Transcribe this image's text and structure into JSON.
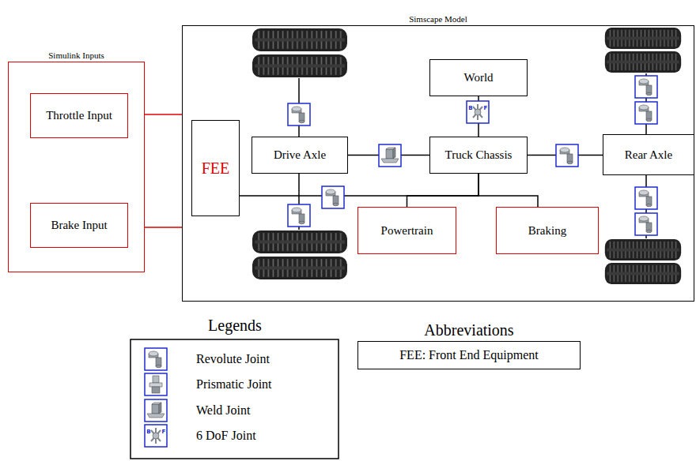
{
  "diagram": {
    "nodes": [
      {
        "text": [
          "Simulink Inputs"
        ]
      },
      {
        "text": [
          "Throttle Input"
        ],
        "in": 0
      },
      {
        "text": [
          "Brake Input"
        ],
        "in": 0
      },
      {
        "text": [
          "Simscape Model"
        ]
      },
      {
        "text": [
          "FEE"
        ],
        "in": 3
      },
      {
        "text": [
          "Drive Axle"
        ],
        "in": 3
      },
      {
        "text": [
          "World"
        ],
        "in": 3
      },
      {
        "text": [
          "Truck Chassis"
        ],
        "in": 3
      },
      {
        "text": [
          "Rear Axle"
        ],
        "in": 3
      },
      {
        "text": [
          "Powertrain"
        ],
        "in": 3
      },
      {
        "text": [
          "Braking"
        ],
        "in": 3
      },
      {
        "text": [
          "Abbreviations",
          "FEE: Front End Equipment"
        ]
      }
    ],
    "edges": [
      {
        "from": 0,
        "to": 3,
        "arrow": "none"
      },
      {
        "from": 0,
        "to": 3,
        "arrow": "none"
      },
      {
        "from": 5,
        "to": 7,
        "arrow": "none"
      },
      {
        "from": 7,
        "to": 8,
        "arrow": "none"
      },
      {
        "from": 6,
        "to": 7,
        "arrow": "none"
      },
      {
        "from": 4,
        "to": 7,
        "arrow": "none"
      },
      {
        "from": 9,
        "to": 7,
        "arrow": "none"
      },
      {
        "from": 10,
        "to": 7,
        "arrow": "none"
      }
    ],
    "labels": [
      "Legends",
      "B",
      "F",
      "B",
      "F"
    ],
    "legend": [
      {
        "text": "Revolute Joint"
      },
      {
        "text": "Prismatic Joint"
      },
      {
        "text": "Weld Joint"
      },
      {
        "text": "6 DoF Joint"
      }
    ]
  }
}
